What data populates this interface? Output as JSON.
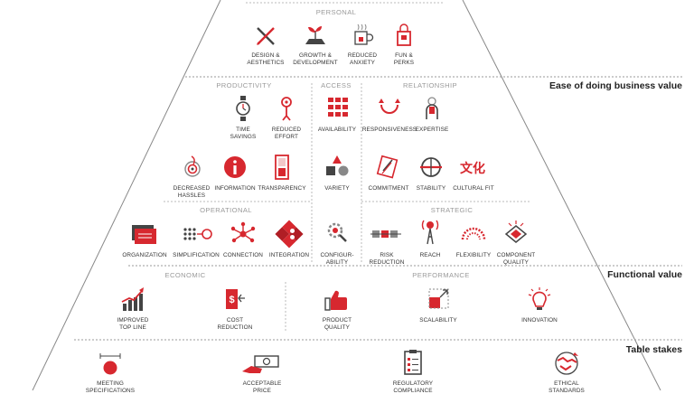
{
  "tiers": {
    "ease": "Ease of doing business value",
    "functional": "Functional value",
    "table_stakes": "Table stakes"
  },
  "sections": {
    "personal": "PERSONAL",
    "productivity": "PRODUCTIVITY",
    "access": "ACCESS",
    "relationship": "RELATIONSHIP",
    "operational": "OPERATIONAL",
    "strategic": "STRATEGIC",
    "economic": "ECONOMIC",
    "performance": "PERFORMANCE"
  },
  "labels": {
    "design": [
      "DESIGN &",
      "AESTHETICS"
    ],
    "growth": [
      "GROWTH &",
      "DEVELOPMENT"
    ],
    "reduced_anxiety": [
      "REDUCED",
      "ANXIETY"
    ],
    "fun": [
      "FUN &",
      "PERKS"
    ],
    "time": [
      "TIME",
      "SAVINGS"
    ],
    "reduced_effort": [
      "REDUCED",
      "EFFORT"
    ],
    "availability": [
      "AVAILABILITY"
    ],
    "responsiveness": [
      "RESPONSIVENESS"
    ],
    "expertise": [
      "EXPERTISE"
    ],
    "decreased": [
      "DECREASED",
      "HASSLES"
    ],
    "information": [
      "INFORMATION"
    ],
    "transparency": [
      "TRANSPARENCY"
    ],
    "variety": [
      "VARIETY"
    ],
    "commitment": [
      "COMMITMENT"
    ],
    "stability": [
      "STABILITY"
    ],
    "cultural": [
      "CULTURAL FIT"
    ],
    "organization": [
      "ORGANIZATION"
    ],
    "simplification": [
      "SIMPLIFICATION"
    ],
    "connection": [
      "CONNECTION"
    ],
    "integration": [
      "INTEGRATION"
    ],
    "configurability": [
      "CONFIGUR-",
      "ABILITY"
    ],
    "risk": [
      "RISK",
      "REDUCTION"
    ],
    "reach": [
      "REACH"
    ],
    "flexibility": [
      "FLEXIBILITY"
    ],
    "component": [
      "COMPONENT",
      "QUALITY"
    ],
    "topline": [
      "IMPROVED",
      "TOP LINE"
    ],
    "cost": [
      "COST",
      "REDUCTION"
    ],
    "product": [
      "PRODUCT",
      "QUALITY"
    ],
    "scalability": [
      "SCALABILITY"
    ],
    "innovation": [
      "INNOVATION"
    ],
    "meeting": [
      "MEETING",
      "SPECIFICATIONS"
    ],
    "price": [
      "ACCEPTABLE",
      "PRICE"
    ],
    "regulatory": [
      "REGULATORY",
      "COMPLIANCE"
    ],
    "ethical": [
      "ETHICAL",
      "STANDARDS"
    ]
  },
  "icons": {
    "cultural_glyph": "文化"
  },
  "colors": {
    "accent": "#d7282f",
    "outline": "#444444",
    "divider": "#9a9a9a"
  }
}
